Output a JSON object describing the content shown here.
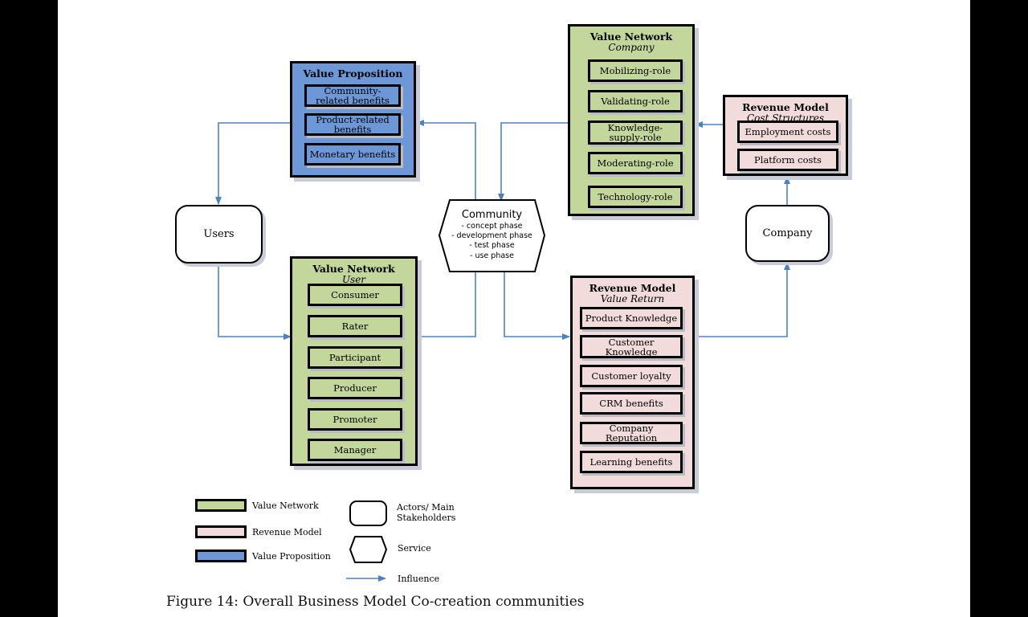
{
  "caption": "Figure 14: Overall Business Model Co-creation communities",
  "value_proposition": {
    "title": "Value Proposition",
    "items": [
      "Community-related benefits",
      "Product-related benefits",
      "Monetary benefits"
    ],
    "color": "#6d97d6"
  },
  "value_network_company": {
    "title": "Value Network",
    "subtitle": "Company",
    "items": [
      "Mobilizing-role",
      "Validating-role",
      "Knowledge-supply-role",
      "Moderating-role",
      "Technology-role"
    ],
    "color": "#c3d69b"
  },
  "revenue_cost": {
    "title": "Revenue Model",
    "subtitle": "Cost Structures",
    "items": [
      "Employment costs",
      "Platform costs"
    ],
    "color": "#f2dcdb"
  },
  "users": {
    "label": "Users"
  },
  "company": {
    "label": "Company"
  },
  "community": {
    "label": "Community",
    "phases": [
      "- concept phase",
      "- development phase",
      "- test phase",
      "- use phase"
    ]
  },
  "value_network_user": {
    "title": "Value Network",
    "subtitle": "User",
    "items": [
      "Consumer",
      "Rater",
      "Participant",
      "Producer",
      "Promoter",
      "Manager"
    ]
  },
  "revenue_return": {
    "title": "Revenue Model",
    "subtitle": "Value Return",
    "items": [
      "Product Knowledge",
      "Customer Knowledge",
      "Customer loyalty",
      "CRM benefits",
      "Company Reputation",
      "Learning benefits"
    ]
  },
  "legend": {
    "value_network": "Value Network",
    "revenue_model": "Revenue Model",
    "value_proposition": "Value Proposition",
    "actors": "Actors/ Main Stakeholders",
    "service": "Service",
    "influence": "Influence"
  },
  "arrow_color": "#4f81bd"
}
